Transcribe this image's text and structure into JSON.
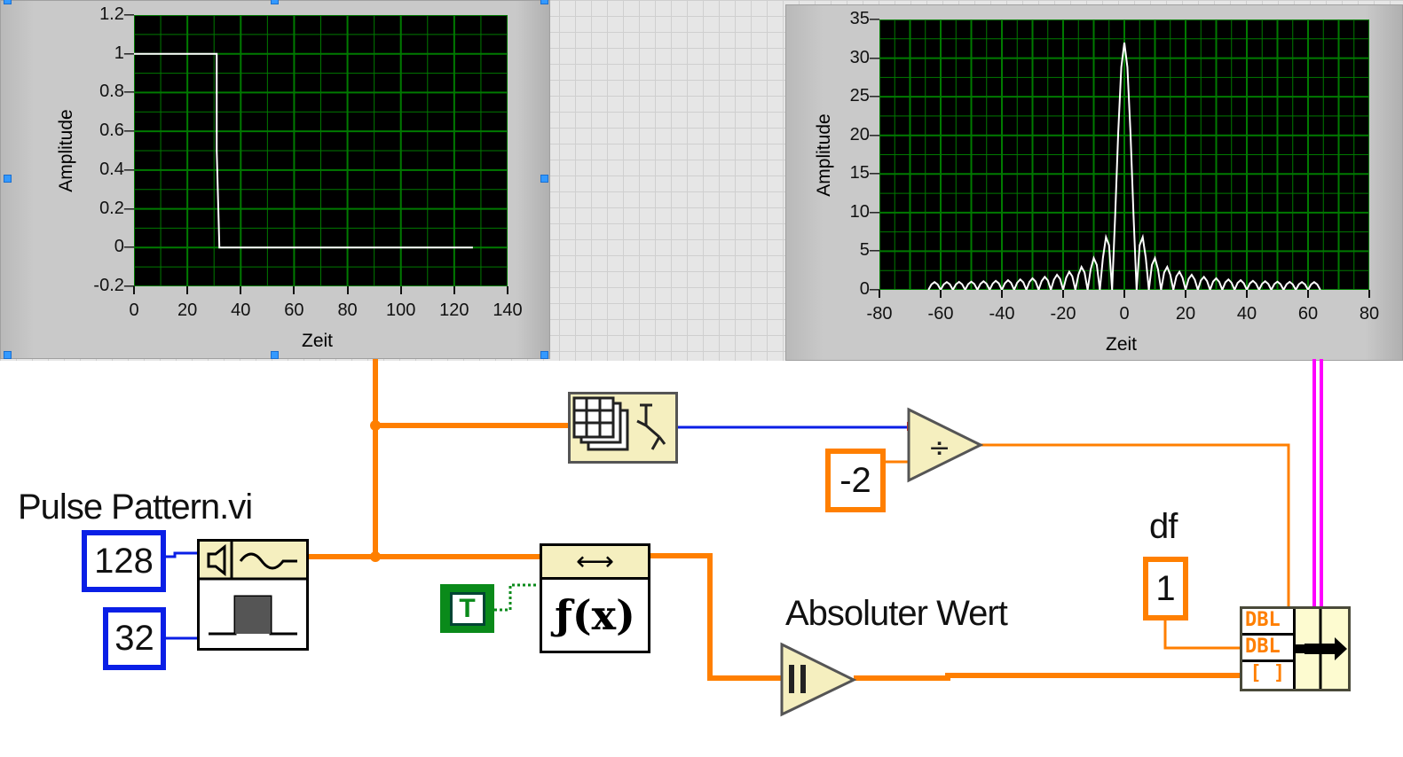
{
  "front_panel": {
    "time_graph": {
      "xlabel": "Zeit",
      "ylabel": "Amplitude"
    },
    "spectrum_graph": {
      "xlabel": "Zeit",
      "ylabel": "Amplitude"
    }
  },
  "block_diagram": {
    "pulse_vi_label": "Pulse Pattern.vi",
    "samples_const": "128",
    "width_const": "32",
    "minus_two_const": "-2",
    "bool_const": "T",
    "fx_label": "ƒ(x)",
    "abs_label": "Absoluter Wert",
    "df_label": "df",
    "df_const": "1",
    "bundle_terms": [
      "DBL",
      "DBL",
      "[ ]"
    ]
  },
  "colors": {
    "wire_orange": "#ff7f00",
    "wire_blue": "#0a1fe6",
    "wire_pink": "#ff00ff",
    "plot_bg": "#000000",
    "grid": "#007a00",
    "trace": "#ffffff",
    "bool_green": "#0a8a1a"
  },
  "chart_data": [
    {
      "type": "line",
      "title": "",
      "xlabel": "Zeit",
      "ylabel": "Amplitude",
      "xlim": [
        0,
        140
      ],
      "ylim": [
        -0.2,
        1.2
      ],
      "xticks": [
        "0",
        "20",
        "40",
        "60",
        "80",
        "100",
        "120",
        "140"
      ],
      "yticks": [
        "-0.2",
        "0",
        "0.2",
        "0.4",
        "0.6",
        "0.8",
        "1",
        "1.2"
      ],
      "grid": true,
      "x": [
        0,
        31,
        31,
        32,
        127
      ],
      "y": [
        1,
        1,
        0.5,
        0,
        0
      ]
    },
    {
      "type": "line",
      "title": "",
      "xlabel": "Zeit",
      "ylabel": "Amplitude",
      "xlim": [
        -80,
        80
      ],
      "ylim": [
        0,
        35
      ],
      "xticks": [
        "-80",
        "-60",
        "-40",
        "-20",
        "0",
        "20",
        "40",
        "60",
        "80"
      ],
      "yticks": [
        "0",
        "5",
        "10",
        "15",
        "20",
        "25",
        "30",
        "35"
      ],
      "grid": true,
      "symmetric": true,
      "x_start": 0,
      "x_step": 1,
      "y_half": [
        32,
        28.82,
        20.38,
        9.61,
        0,
        5.78,
        6.82,
        4.14,
        0,
        3.23,
        4.12,
        2.65,
        0,
        2.25,
        2.97,
        1.96,
        0,
        1.75,
        2.34,
        1.57,
        0,
        1.43,
        1.95,
        1.32,
        0,
        1.23,
        1.68,
        1.15,
        0,
        1.08,
        1.49,
        1.03,
        0,
        0.98,
        1.35,
        0.93,
        0,
        0.9,
        1.25,
        0.86,
        0,
        0.84,
        1.17,
        0.81,
        0,
        0.79,
        1.11,
        0.77,
        0,
        0.76,
        1.06,
        0.74,
        0,
        0.73,
        1.03,
        0.72,
        0,
        0.72,
        1.01,
        0.71,
        0,
        0.71,
        1.0,
        0.71,
        0
      ]
    }
  ]
}
